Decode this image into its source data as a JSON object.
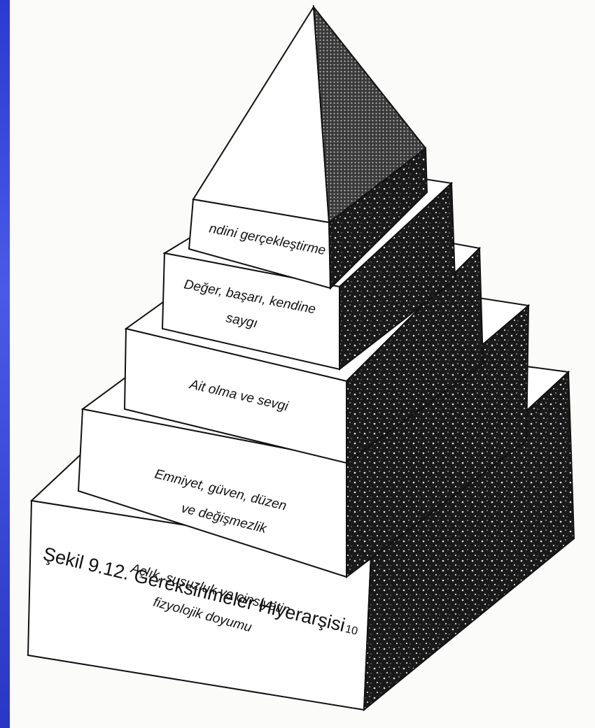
{
  "diagram": {
    "levels": [
      {
        "id": "self-actualization",
        "lines": [
          "ndini gerçekleştirme"
        ]
      },
      {
        "id": "esteem",
        "lines": [
          "Değer, başarı, kendine",
          "saygı"
        ]
      },
      {
        "id": "belonging",
        "lines": [
          "Ait olma ve sevgi"
        ]
      },
      {
        "id": "safety",
        "lines": [
          "Emniyet, güven, düzen",
          "ve değişmezlik"
        ]
      },
      {
        "id": "physiological",
        "lines": [
          "Açlık, susuzluk ve cinsiyetin",
          "fizyolojik doyumu"
        ]
      }
    ],
    "caption": "Şekil 9.12. Gereksinmeler Hiyerarşisi",
    "footnote_number": "10"
  },
  "colors": {
    "slide_bar": "#2c3ad0",
    "paper": "#fbfbf9",
    "ink": "#111111",
    "shadow_side": "#1a1a1a"
  }
}
